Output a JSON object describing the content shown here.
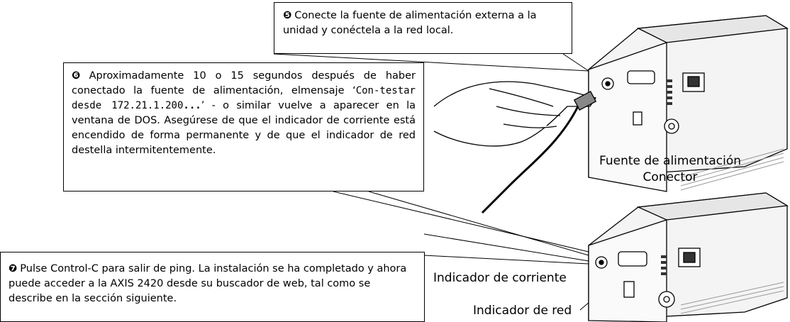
{
  "callouts": {
    "step5": {
      "number": "❺",
      "text": "Conecte la fuente de alimentación externa a la unidad y conéctela a la red local."
    },
    "step6": {
      "number": "❻",
      "text_before": "Aproximadamente 10 o 15 segundos después de haber conectado la fuente de alimentación, elmensaje ‘",
      "code": "Con-testar desde 172.21.1.200",
      "code_dots": "...",
      "text_after": "’ - o similar vuelve a aparecer en la ventana de DOS. Asegúrese de que el indicador de corriente está encendido de forma permanente y de que el indicador de red destella intermitentemente."
    },
    "step7": {
      "number": "❼",
      "text": "Pulse Control-C para salir de ping. La instalación se ha completado y ahora puede acceder a la AXIS 2420 desde su buscador de web, tal como se describe en la sección siguiente."
    }
  },
  "labels": {
    "power_connector_line1": "Fuente de alimentación",
    "power_connector_line2": "Conector",
    "power_indicator": "Indicador de corriente",
    "network_indicator": "Indicador de red"
  }
}
